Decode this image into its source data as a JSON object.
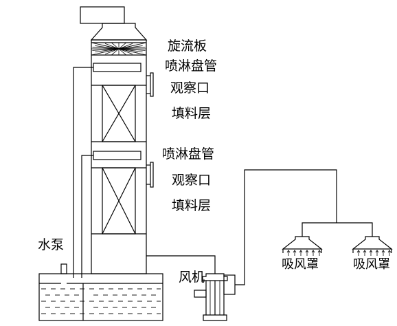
{
  "labels": {
    "swirl_plate": "旋流板",
    "spray_pipe_1": "喷淋盘管",
    "sight_port_1": "观察口",
    "packing_layer_1": "填料层",
    "spray_pipe_2": "喷淋盘管",
    "sight_port_2": "观察口",
    "packing_layer_2": "填料层",
    "water_pump": "水泵",
    "fan": "风机",
    "hood_left": "吸风罩",
    "hood_right": "吸风罩"
  },
  "colors": {
    "line": "#000000",
    "background": "#ffffff"
  }
}
